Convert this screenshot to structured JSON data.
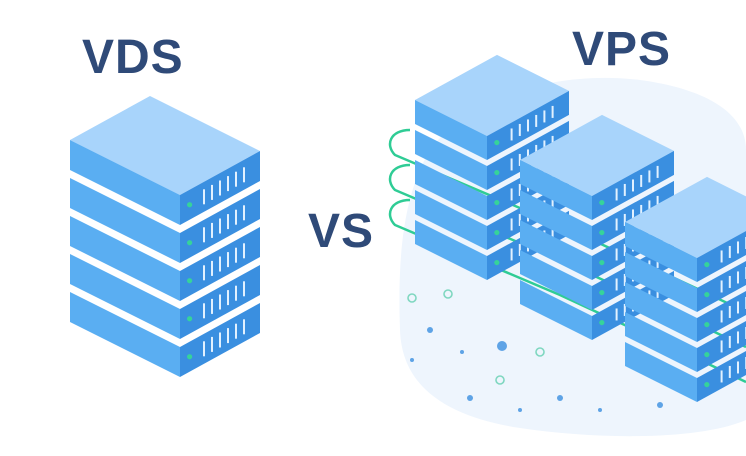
{
  "labels": {
    "left": "VDS",
    "middle": "VS",
    "right": "VPS"
  },
  "colors": {
    "text": "#2f4a78",
    "server_top": "#a8d4fb",
    "server_left": "#5aaef2",
    "server_right": "#3a8fe0",
    "vent": "#e2f1ff",
    "led": "#36d39a",
    "cable": "#2fcc95",
    "blob": "#eef5fd"
  },
  "icons": {
    "left_stack": "dedicated-server-icon",
    "right_cluster": "virtual-server-cluster-icon"
  }
}
